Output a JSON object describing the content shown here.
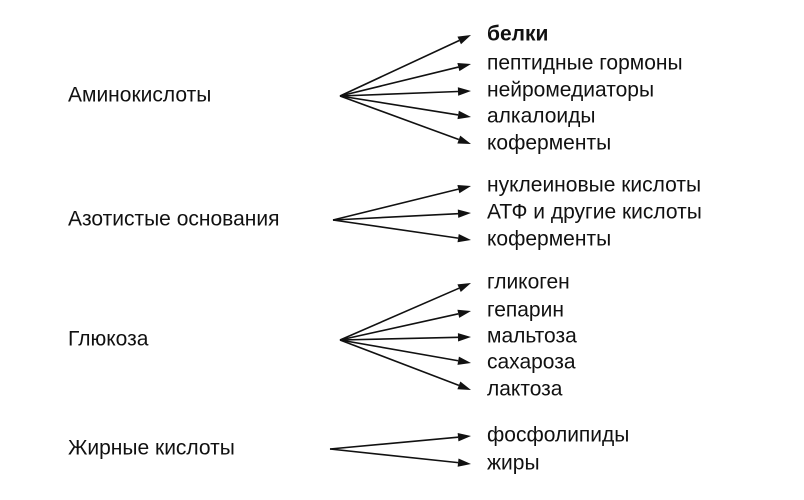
{
  "groups": [
    {
      "source": "Аминокислоты",
      "targets": [
        "белки",
        "пептидные гормоны",
        "нейромедиаторы",
        "алкалоиды",
        "коферменты"
      ]
    },
    {
      "source": "Азотистые основания",
      "targets": [
        "нуклеиновые кислоты",
        "АТФ и другие кислоты",
        "коферменты"
      ]
    },
    {
      "source": "Глюкоза",
      "targets": [
        "гликоген",
        "гепарин",
        "мальтоза",
        "сахароза",
        "лактоза"
      ]
    },
    {
      "source": "Жирные кислоты",
      "targets": [
        "фосфолипиды",
        "жиры"
      ]
    }
  ],
  "colors": {
    "ink": "#111111",
    "background": "#ffffff"
  }
}
